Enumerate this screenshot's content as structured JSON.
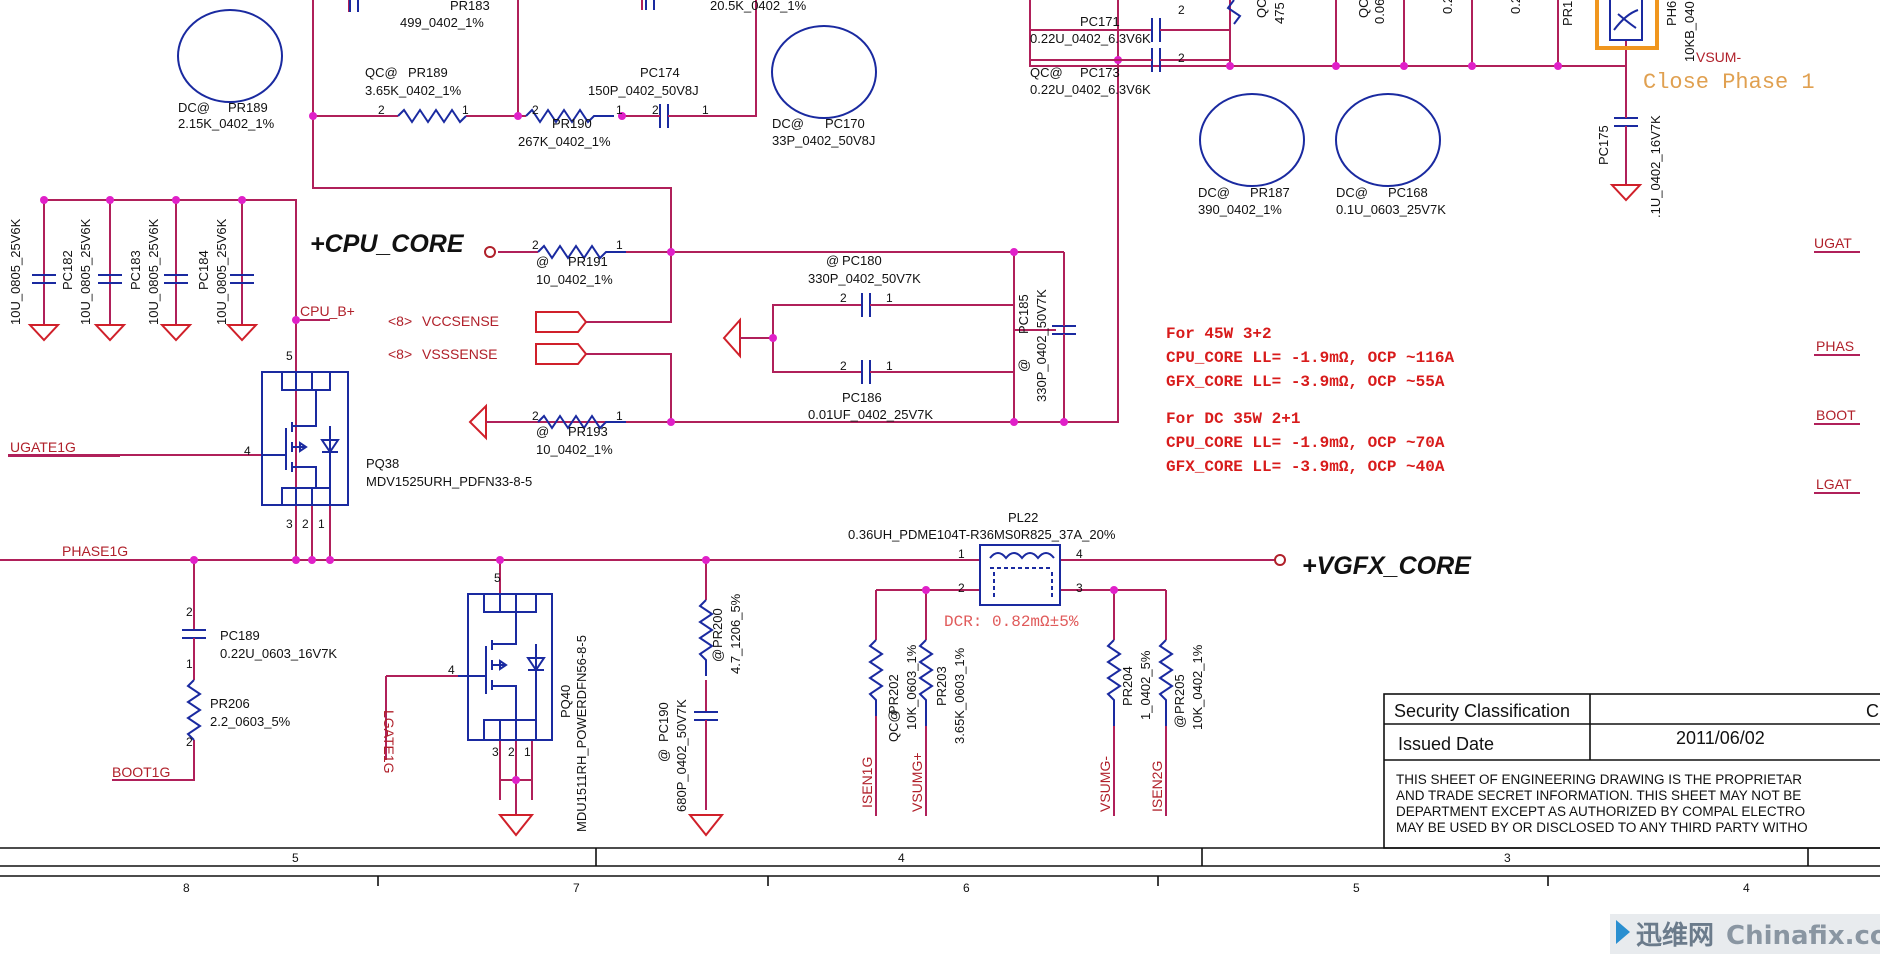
{
  "power_nets": {
    "cpu_core": "+CPU_CORE",
    "vgfx_core": "+VGFX_CORE"
  },
  "nets": {
    "cpu_b_plus": "CPU_B+",
    "vccsense": "VCCSENSE",
    "vsssense": "VSSSENSE",
    "vccsense_ref": "<8>",
    "vsssense_ref": "<8>",
    "ugate1g": "UGATE1G",
    "phase1g": "PHASE1G",
    "boot1g": "BOOT1G",
    "lgate1g": "LGATE1G",
    "isen1g": "ISEN1G",
    "vsumg_plus": "VSUMG+",
    "vsumg_minus": "VSUMG-",
    "isen2g": "ISEN2G",
    "vsum_minus": "VSUM-",
    "ugat_right": "UGAT",
    "phase_right": "PHAS",
    "boot_right": "BOOT",
    "lgat_right": "LGAT"
  },
  "components": {
    "pr183": {
      "ref": "PR183",
      "value": "499_0402_1%"
    },
    "top_cut_value": "20.5K_0402_1%",
    "pr189_dc": {
      "prefix": "DC@",
      "ref": "PR189",
      "value": "2.15K_0402_1%"
    },
    "pr189_qc": {
      "prefix": "QC@",
      "ref": "PR189",
      "value": "3.65K_0402_1%"
    },
    "pr190": {
      "ref": "PR190",
      "value": "267K_0402_1%"
    },
    "pc174": {
      "ref": "PC174",
      "value": "150P_0402_50V8J"
    },
    "pc170": {
      "prefix": "DC@",
      "ref": "PC170",
      "value": "33P_0402_50V8J"
    },
    "pc171": {
      "ref": "PC171",
      "value": "0.22U_0402_6.3V6K"
    },
    "pc173": {
      "prefix": "QC@",
      "ref": "PC173",
      "value": "0.22U_0402_6.3V6K"
    },
    "pr187": {
      "prefix": "DC@",
      "ref": "PR187",
      "value": "390_0402_1%"
    },
    "pc168": {
      "prefix": "DC@",
      "ref": "PC168",
      "value": "0.1U_0603_25V7K"
    },
    "pc175": {
      "ref": "PC175",
      "value": ".1U_0402_16V7K"
    },
    "pc181": {
      "value": "10U_0805_25V6K"
    },
    "pc182": {
      "ref": "PC182",
      "value": "10U_0805_25V6K"
    },
    "pc183": {
      "ref": "PC183",
      "value": "10U_0805_25V6K"
    },
    "pc184": {
      "ref": "PC184",
      "value": "10U_0805_25V6K"
    },
    "pr191": {
      "prefix": "@",
      "ref": "PR191",
      "value": "10_0402_1%"
    },
    "pr193": {
      "prefix": "@",
      "ref": "PR193",
      "value": "10_0402_1%"
    },
    "pc180": {
      "prefix": "@",
      "ref": "PC180",
      "value": "330P_0402_50V7K"
    },
    "pc186": {
      "ref": "PC186",
      "value": "0.01UF_0402_25V7K"
    },
    "pc185": {
      "prefix": "@",
      "ref": "PC185",
      "value": "330P_0402_50V7K"
    },
    "pq38": {
      "ref": "PQ38",
      "value": "MDV1525URH_PDFN33-8-5"
    },
    "pq40": {
      "ref": "PQ40",
      "value": "MDU1511RH_POWERDFN56-8-5"
    },
    "pc189": {
      "ref": "PC189",
      "value": "0.22U_0603_16V7K"
    },
    "pr206": {
      "ref": "PR206",
      "value": "2.2_0603_5%"
    },
    "pr200": {
      "prefix": "@",
      "ref": "PR200",
      "value": "4.7_1206_5%"
    },
    "pc190": {
      "prefix": "@",
      "ref": "PC190",
      "value": "680P_0402_50V7K"
    },
    "pl22": {
      "ref": "PL22",
      "value": "0.36UH_PDME104T-R36MS0R825_37A_20%"
    },
    "pr202": {
      "prefix": "QC@",
      "ref": "PR202",
      "value": "10K_0603_1%"
    },
    "pr203": {
      "ref": "PR203",
      "value": "3.65K_0603_1%"
    },
    "pr204": {
      "ref": "PR204",
      "value": "1_0402_5%"
    },
    "pr205": {
      "prefix": "@",
      "ref": "PR205",
      "value": "10K_0402_1%"
    },
    "top_right_labels": [
      "QC",
      "475",
      "QC",
      "0.06",
      "0.2",
      "0.2",
      "PR1",
      "PH6",
      "10KB_040"
    ]
  },
  "annotations": {
    "dcr": "DCR: 0.82mΩ±5%",
    "close_phase": "Close Phase 1",
    "notes": [
      "For 45W 3+2",
      "CPU_CORE LL= -1.9mΩ, OCP ~116A",
      "GFX_CORE LL= -3.9mΩ, OCP ~55A",
      "For DC 35W 2+1",
      "CPU_CORE LL= -1.9mΩ, OCP ~70A",
      "GFX_CORE LL= -3.9mΩ, OCP ~40A"
    ]
  },
  "title_block": {
    "security_label": "Security Classification",
    "security_value": "C",
    "issued_label": "Issued Date",
    "issued_value": "2011/06/02",
    "notice": [
      "THIS SHEET OF ENGINEERING DRAWING IS THE PROPRIETAR",
      "AND TRADE SECRET INFORMATION. THIS SHEET MAY NOT BE",
      "DEPARTMENT EXCEPT AS AUTHORIZED BY COMPAL ELECTRO",
      "MAY BE USED BY OR DISCLOSED TO ANY THIRD PARTY WITHO"
    ]
  },
  "border": {
    "zones_top": [
      "5",
      "4",
      "3"
    ],
    "zones_bottom": [
      "8",
      "7",
      "6",
      "5",
      "4"
    ]
  },
  "watermark": {
    "text_cn": "迅维网",
    "text_en": "Chinafix.com"
  }
}
